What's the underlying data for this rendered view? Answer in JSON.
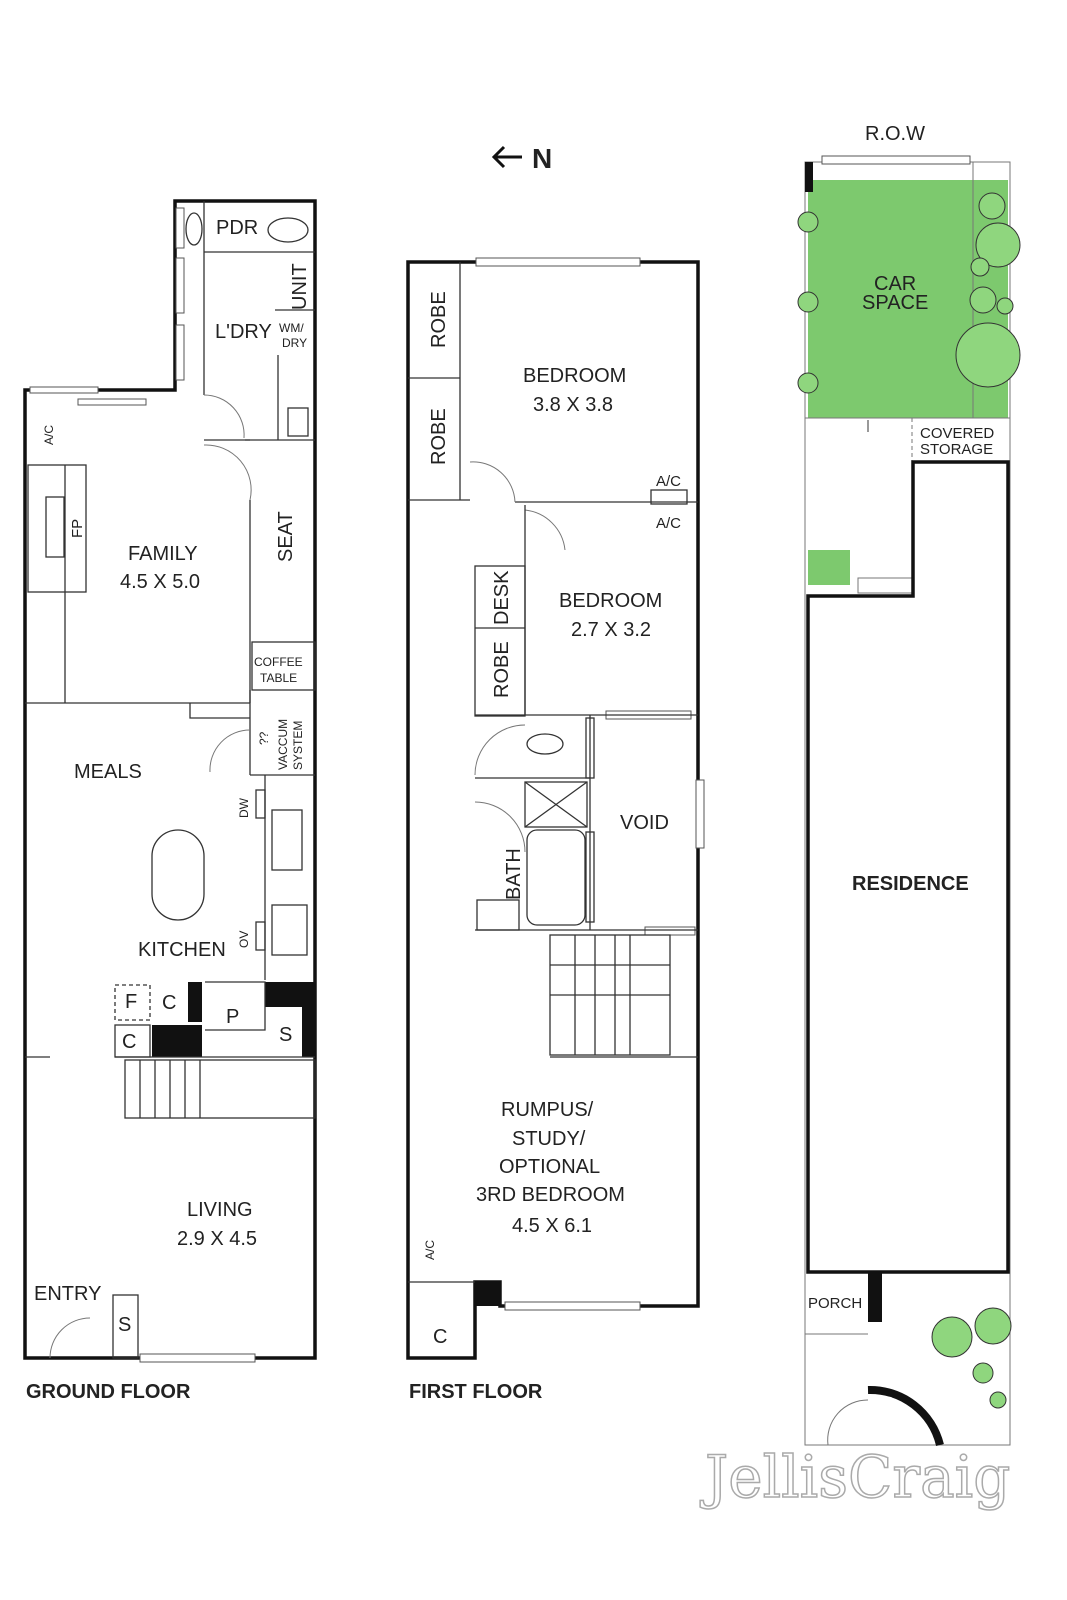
{
  "north_indicator": "N",
  "ground_floor": {
    "title": "GROUND FLOOR",
    "labels": {
      "pdr": "PDR",
      "unit": "UNIT",
      "laundry": "L'DRY",
      "wm": "WM/",
      "dry": "DRY",
      "ac": "A/C",
      "fp": "FP",
      "family": "FAMILY",
      "family_size": "4.5 X 5.0",
      "seat": "SEAT",
      "coffee": "COFFEE",
      "table": "TABLE",
      "q": "??",
      "vaccum": "VACCUM",
      "system": "SYSTEM",
      "meals": "MEALS",
      "dw": "DW",
      "kitchen": "KITCHEN",
      "ov": "OV",
      "f": "F",
      "c1": "C",
      "c2": "C",
      "p": "P",
      "s1": "S",
      "living": "LIVING",
      "living_size": "2.9 X 4.5",
      "entry": "ENTRY",
      "s2": "S"
    }
  },
  "first_floor": {
    "title": "FIRST FLOOR",
    "labels": {
      "robe1": "ROBE",
      "robe2": "ROBE",
      "bed1": "BEDROOM",
      "bed1_size": "3.8 X 3.8",
      "ac1": "A/C",
      "ac2": "A/C",
      "desk": "DESK",
      "robe3": "ROBE",
      "bed2": "BEDROOM",
      "bed2_size": "2.7 X 3.2",
      "void": "VOID",
      "bath": "BATH",
      "rumpus1": "RUMPUS/",
      "rumpus2": "STUDY/",
      "rumpus3": "OPTIONAL",
      "rumpus4": "3RD BEDROOM",
      "rumpus_size": "4.5 X 6.1",
      "ac3": "A/C",
      "c": "C"
    }
  },
  "site": {
    "row": "R.O.W",
    "car1": "CAR",
    "car2": "SPACE",
    "cov1": "COVERED",
    "cov2": "STORAGE",
    "residence": "RESIDENCE",
    "porch": "PORCH"
  },
  "brand": "JellisCraig",
  "colors": {
    "garden": "#7dc96e",
    "wall": "#111111"
  }
}
